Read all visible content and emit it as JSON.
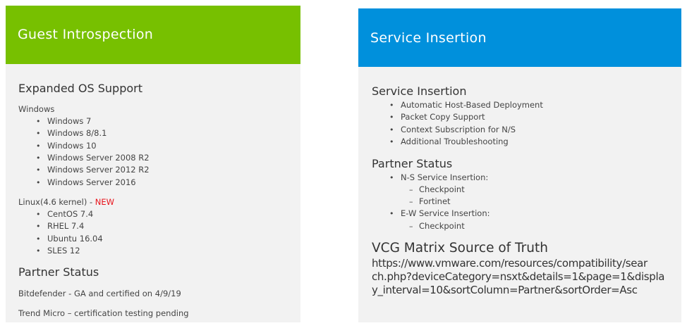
{
  "left": {
    "title": "Guest Introspection",
    "header_color": "#77c000",
    "os_heading": "Expanded OS Support",
    "windows_label": "Windows",
    "windows_items": [
      "Windows 7",
      "Windows 8/8.1",
      "Windows 10",
      "Windows Server 2008 R2",
      "Windows Server 2012 R2",
      "Windows Server 2016"
    ],
    "linux_label": "Linux(4.6 kernel) - ",
    "linux_badge": "NEW",
    "linux_items": [
      "CentOS 7.4",
      "RHEL 7.4",
      "Ubuntu 16.04",
      "SLES 12"
    ],
    "partner_heading": "Partner Status",
    "partners": [
      "Bitdefender - GA and certified on 4/9/19",
      "Trend Micro – certification testing pending"
    ]
  },
  "right": {
    "title": "Service Insertion",
    "header_color": "#0090dc",
    "si_heading": "Service Insertion",
    "si_items": [
      "Automatic Host-Based Deployment",
      "Packet Copy Support",
      "Context Subscription for N/S",
      "Additional Troubleshooting"
    ],
    "partner_heading": "Partner Status",
    "ns_label": "N-S Service Insertion:",
    "ns_items": [
      "Checkpoint",
      "Fortinet"
    ],
    "ew_label": "E-W Service Insertion:",
    "ew_items": [
      "Checkpoint"
    ],
    "vcg_heading": "VCG Matrix Source of Truth",
    "url_lines": [
      "https://www.vmware.com/resources/compatibility/sear",
      "ch.php?deviceCategory=nsxt&details=1&page=1&displa",
      "y_interval=10&sortColumn=Partner&sortOrder=Asc"
    ]
  }
}
